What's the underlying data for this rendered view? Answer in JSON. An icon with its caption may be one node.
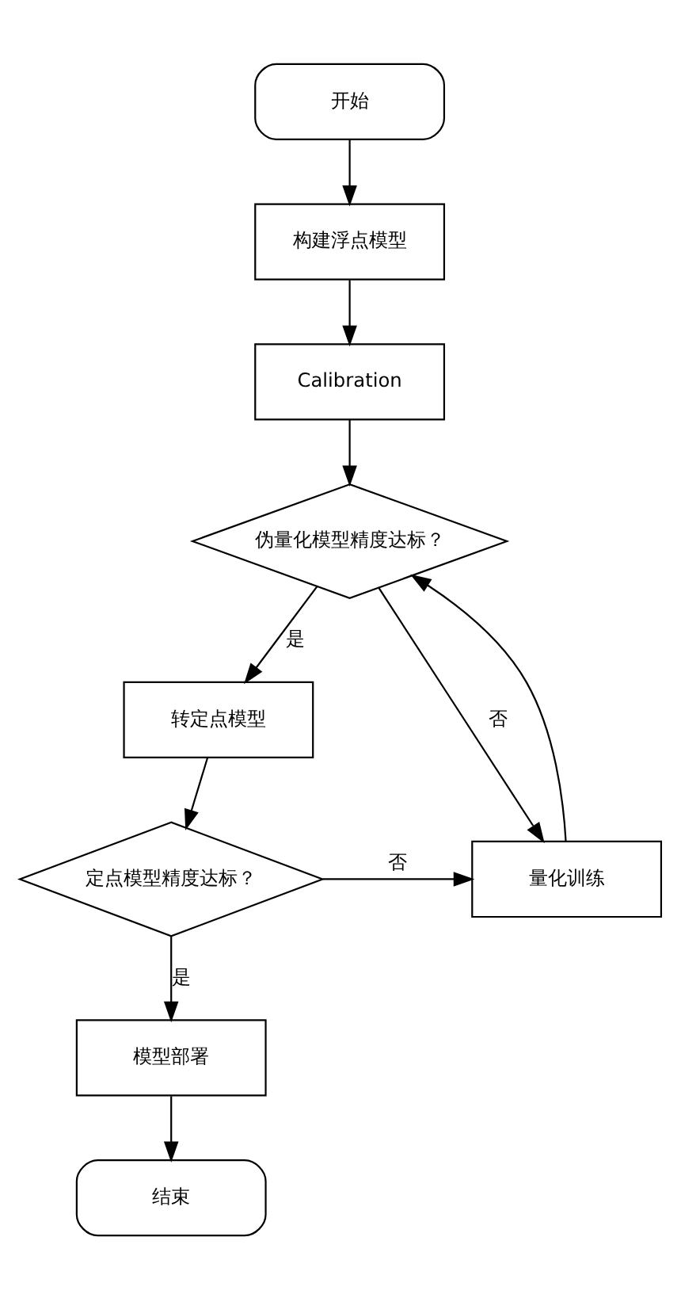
{
  "diagram": {
    "nodes": [
      {
        "text": [
          "开始"
        ]
      },
      {
        "text": [
          "构建浮点模型"
        ]
      },
      {
        "text": [
          "Calibration"
        ]
      },
      {
        "text": [
          "伪量化模型精度达标？"
        ]
      },
      {
        "text": [
          "转定点模型"
        ]
      },
      {
        "text": [
          "量化训练"
        ]
      },
      {
        "text": [
          "定点模型精度达标？"
        ]
      },
      {
        "text": [
          "模型部署"
        ]
      },
      {
        "text": [
          "结束"
        ]
      }
    ],
    "edges": [
      {
        "from": 0,
        "to": 1,
        "arrow": "to"
      },
      {
        "from": 1,
        "to": 2,
        "arrow": "to"
      },
      {
        "from": 2,
        "to": 3,
        "arrow": "to"
      },
      {
        "from": 3,
        "to": 4,
        "arrow": "to",
        "label": "是"
      },
      {
        "from": 3,
        "to": 5,
        "arrow": "to",
        "label": "否"
      },
      {
        "from": 5,
        "to": 3,
        "arrow": "to"
      },
      {
        "from": 4,
        "to": 6,
        "arrow": "to"
      },
      {
        "from": 6,
        "to": 5,
        "arrow": "to",
        "label": "否"
      },
      {
        "from": 6,
        "to": 7,
        "arrow": "to",
        "label": "是"
      },
      {
        "from": 7,
        "to": 8,
        "arrow": "to"
      }
    ]
  }
}
